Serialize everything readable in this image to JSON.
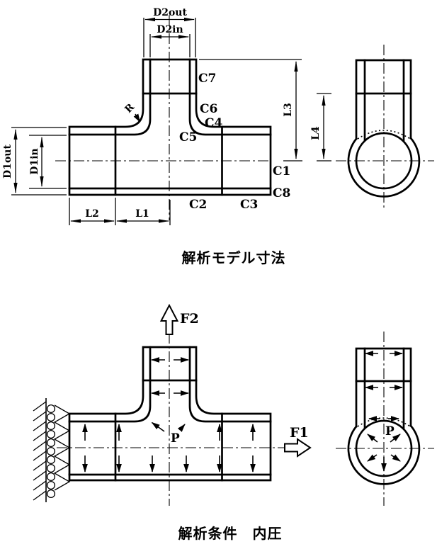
{
  "figure1": {
    "caption": "解析モデル寸法",
    "dims": {
      "d2out": "D2out",
      "d2in": "D2in",
      "d1out": "D1out",
      "d1in": "D1in",
      "l1": "L1",
      "l2": "L2",
      "l3": "L3",
      "l4": "L4",
      "r": "R"
    },
    "corners": {
      "c1": "C1",
      "c2": "C2",
      "c3": "C3",
      "c4": "C4",
      "c5": "C5",
      "c6": "C6",
      "c7": "C7",
      "c8": "C8"
    }
  },
  "figure2": {
    "caption": "解析条件　内圧",
    "forces": {
      "f1": "F1",
      "f2": "F2"
    },
    "pressure": {
      "front": "P",
      "side": "P"
    }
  },
  "colors": {
    "line": "#000000",
    "background": "#ffffff"
  }
}
